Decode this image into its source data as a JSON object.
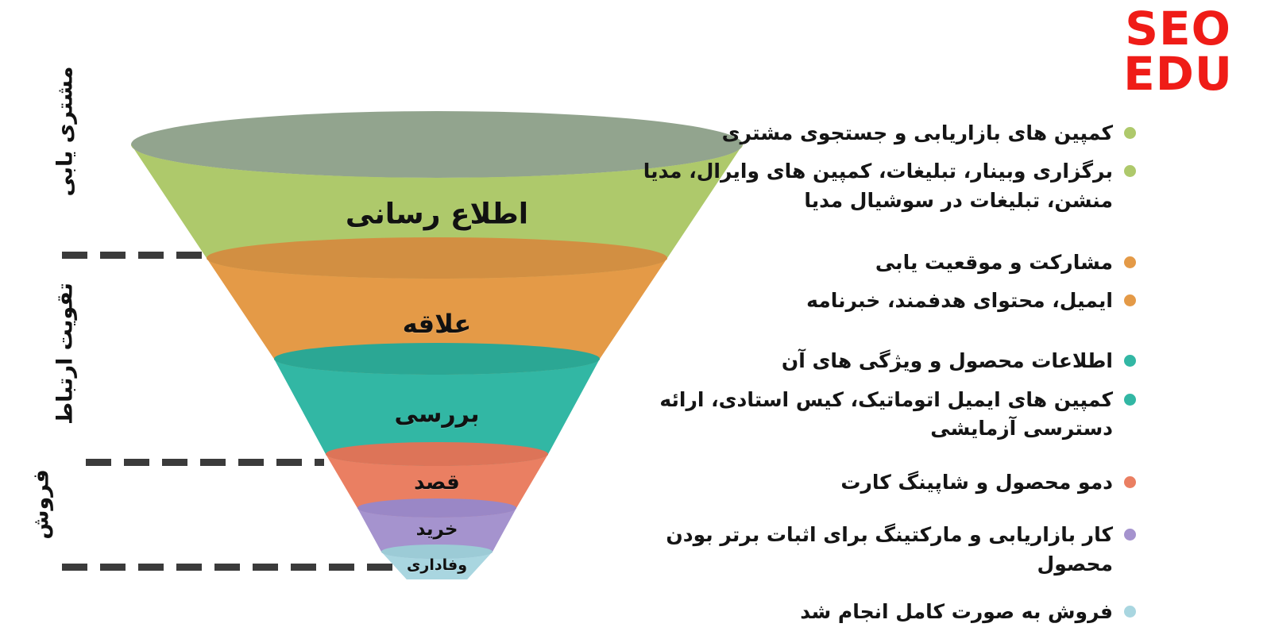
{
  "logo": {
    "line1": "SEO",
    "line2": "EDU",
    "color": "#ef1c17"
  },
  "phases": [
    {
      "id": "phase-0",
      "label": "مشتری یابی"
    },
    {
      "id": "phase-1",
      "label": "تقویت ارتباط"
    },
    {
      "id": "phase-2",
      "label": "فروش"
    }
  ],
  "funnel": {
    "stages": [
      {
        "name": "اطلاع رسانی",
        "color": "#aec96b",
        "top_color": "#92a48e",
        "font_size": 36
      },
      {
        "name": "علاقه",
        "color": "#e49a47",
        "top_color": "#d28f42",
        "font_size": 32
      },
      {
        "name": "بررسی",
        "color": "#32b7a4",
        "top_color": "#2ba794",
        "font_size": 30
      },
      {
        "name": "قصد",
        "color": "#ea7f62",
        "top_color": "#dd7458",
        "font_size": 26
      },
      {
        "name": "خرید",
        "color": "#a593ce",
        "top_color": "#9a87c6",
        "font_size": 23
      },
      {
        "name": "وفاداری",
        "color": "#a9d6e0",
        "top_color": "#9ccbd6",
        "font_size": 19
      }
    ]
  },
  "bullet_groups": [
    {
      "color": "#aec96b",
      "items": [
        "کمپین های بازاریابی و جستجوی مشتری",
        "برگزاری وبینار، تبلیغات، کمپین های وایرال، مدیا منشن، تبلیغات در سوشیال مدیا"
      ]
    },
    {
      "color": "#e49a47",
      "items": [
        "مشارکت و موقعیت یابی",
        "ایمیل، محتوای هدفمند، خبرنامه"
      ]
    },
    {
      "color": "#32b7a4",
      "items": [
        "اطلاعات محصول و ویژگی های آن",
        "کمپین های ایمیل اتوماتیک، کیس استادی، ارائه دسترسی آزمایشی"
      ]
    },
    {
      "color": "#ea7f62",
      "items": [
        "دمو محصول و شاپینگ کارت"
      ]
    },
    {
      "color": "#a593ce",
      "items": [
        "کار بازاریابی و مارکتینگ برای اثبات برتر بودن محصول"
      ]
    },
    {
      "color": "#a9d6e0",
      "items": [
        "فروش به صورت کامل انجام شد"
      ]
    }
  ]
}
